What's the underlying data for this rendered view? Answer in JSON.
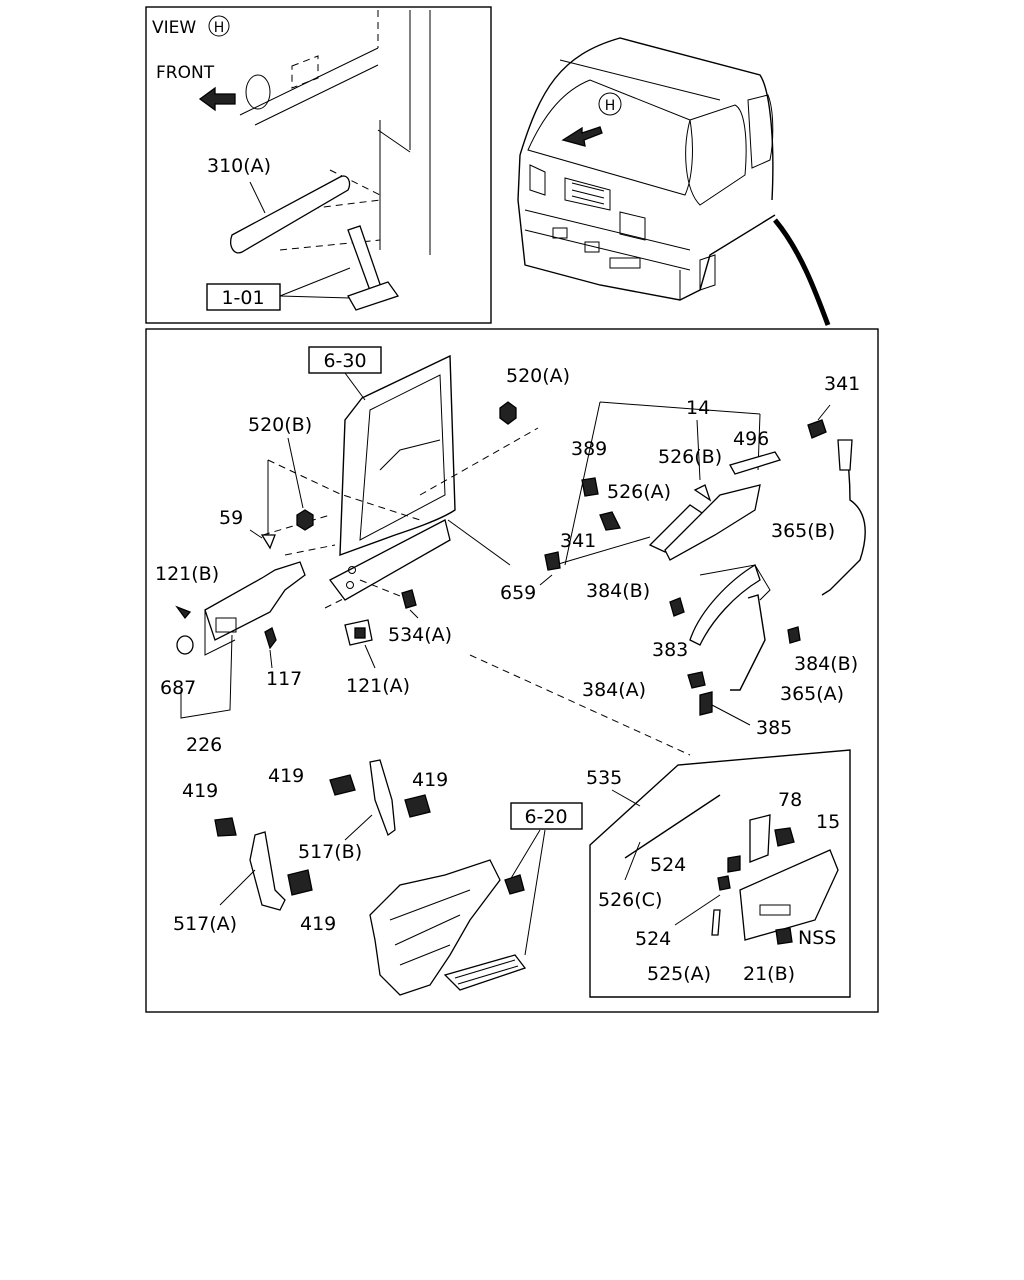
{
  "view_panel": {
    "view_label": "VIEW",
    "view_marker": "H",
    "front_label": "FRONT",
    "part_310": "310(A)",
    "ref_1_01": "1-01"
  },
  "cab": {
    "marker": "H"
  },
  "main": {
    "refs": {
      "r6_30": "6-30",
      "r6_20": "6-20"
    },
    "labels": {
      "l520a": "520(A)",
      "l520b": "520(B)",
      "l14": "14",
      "l341a": "341",
      "l389": "389",
      "l526b": "526(B)",
      "l496": "496",
      "l526a": "526(A)",
      "l59": "59",
      "l341b": "341",
      "l365b": "365(B)",
      "l121b": "121(B)",
      "l659": "659",
      "l384b1": "384(B)",
      "l534a": "534(A)",
      "l383": "383",
      "l384b2": "384(B)",
      "l687": "687",
      "l117": "117",
      "l121a": "121(A)",
      "l384a": "384(A)",
      "l365a": "365(A)",
      "l226": "226",
      "l385": "385",
      "l419a": "419",
      "l419b": "419",
      "l419c": "419",
      "l419d": "419",
      "l517b": "517(B)",
      "l517a": "517(A)",
      "l535": "535",
      "l78": "78",
      "l15": "15",
      "l524a": "524",
      "l526c": "526(C)",
      "l524b": "524",
      "l525a": "525(A)",
      "l21b": "21(B)",
      "lnss": "NSS"
    }
  }
}
